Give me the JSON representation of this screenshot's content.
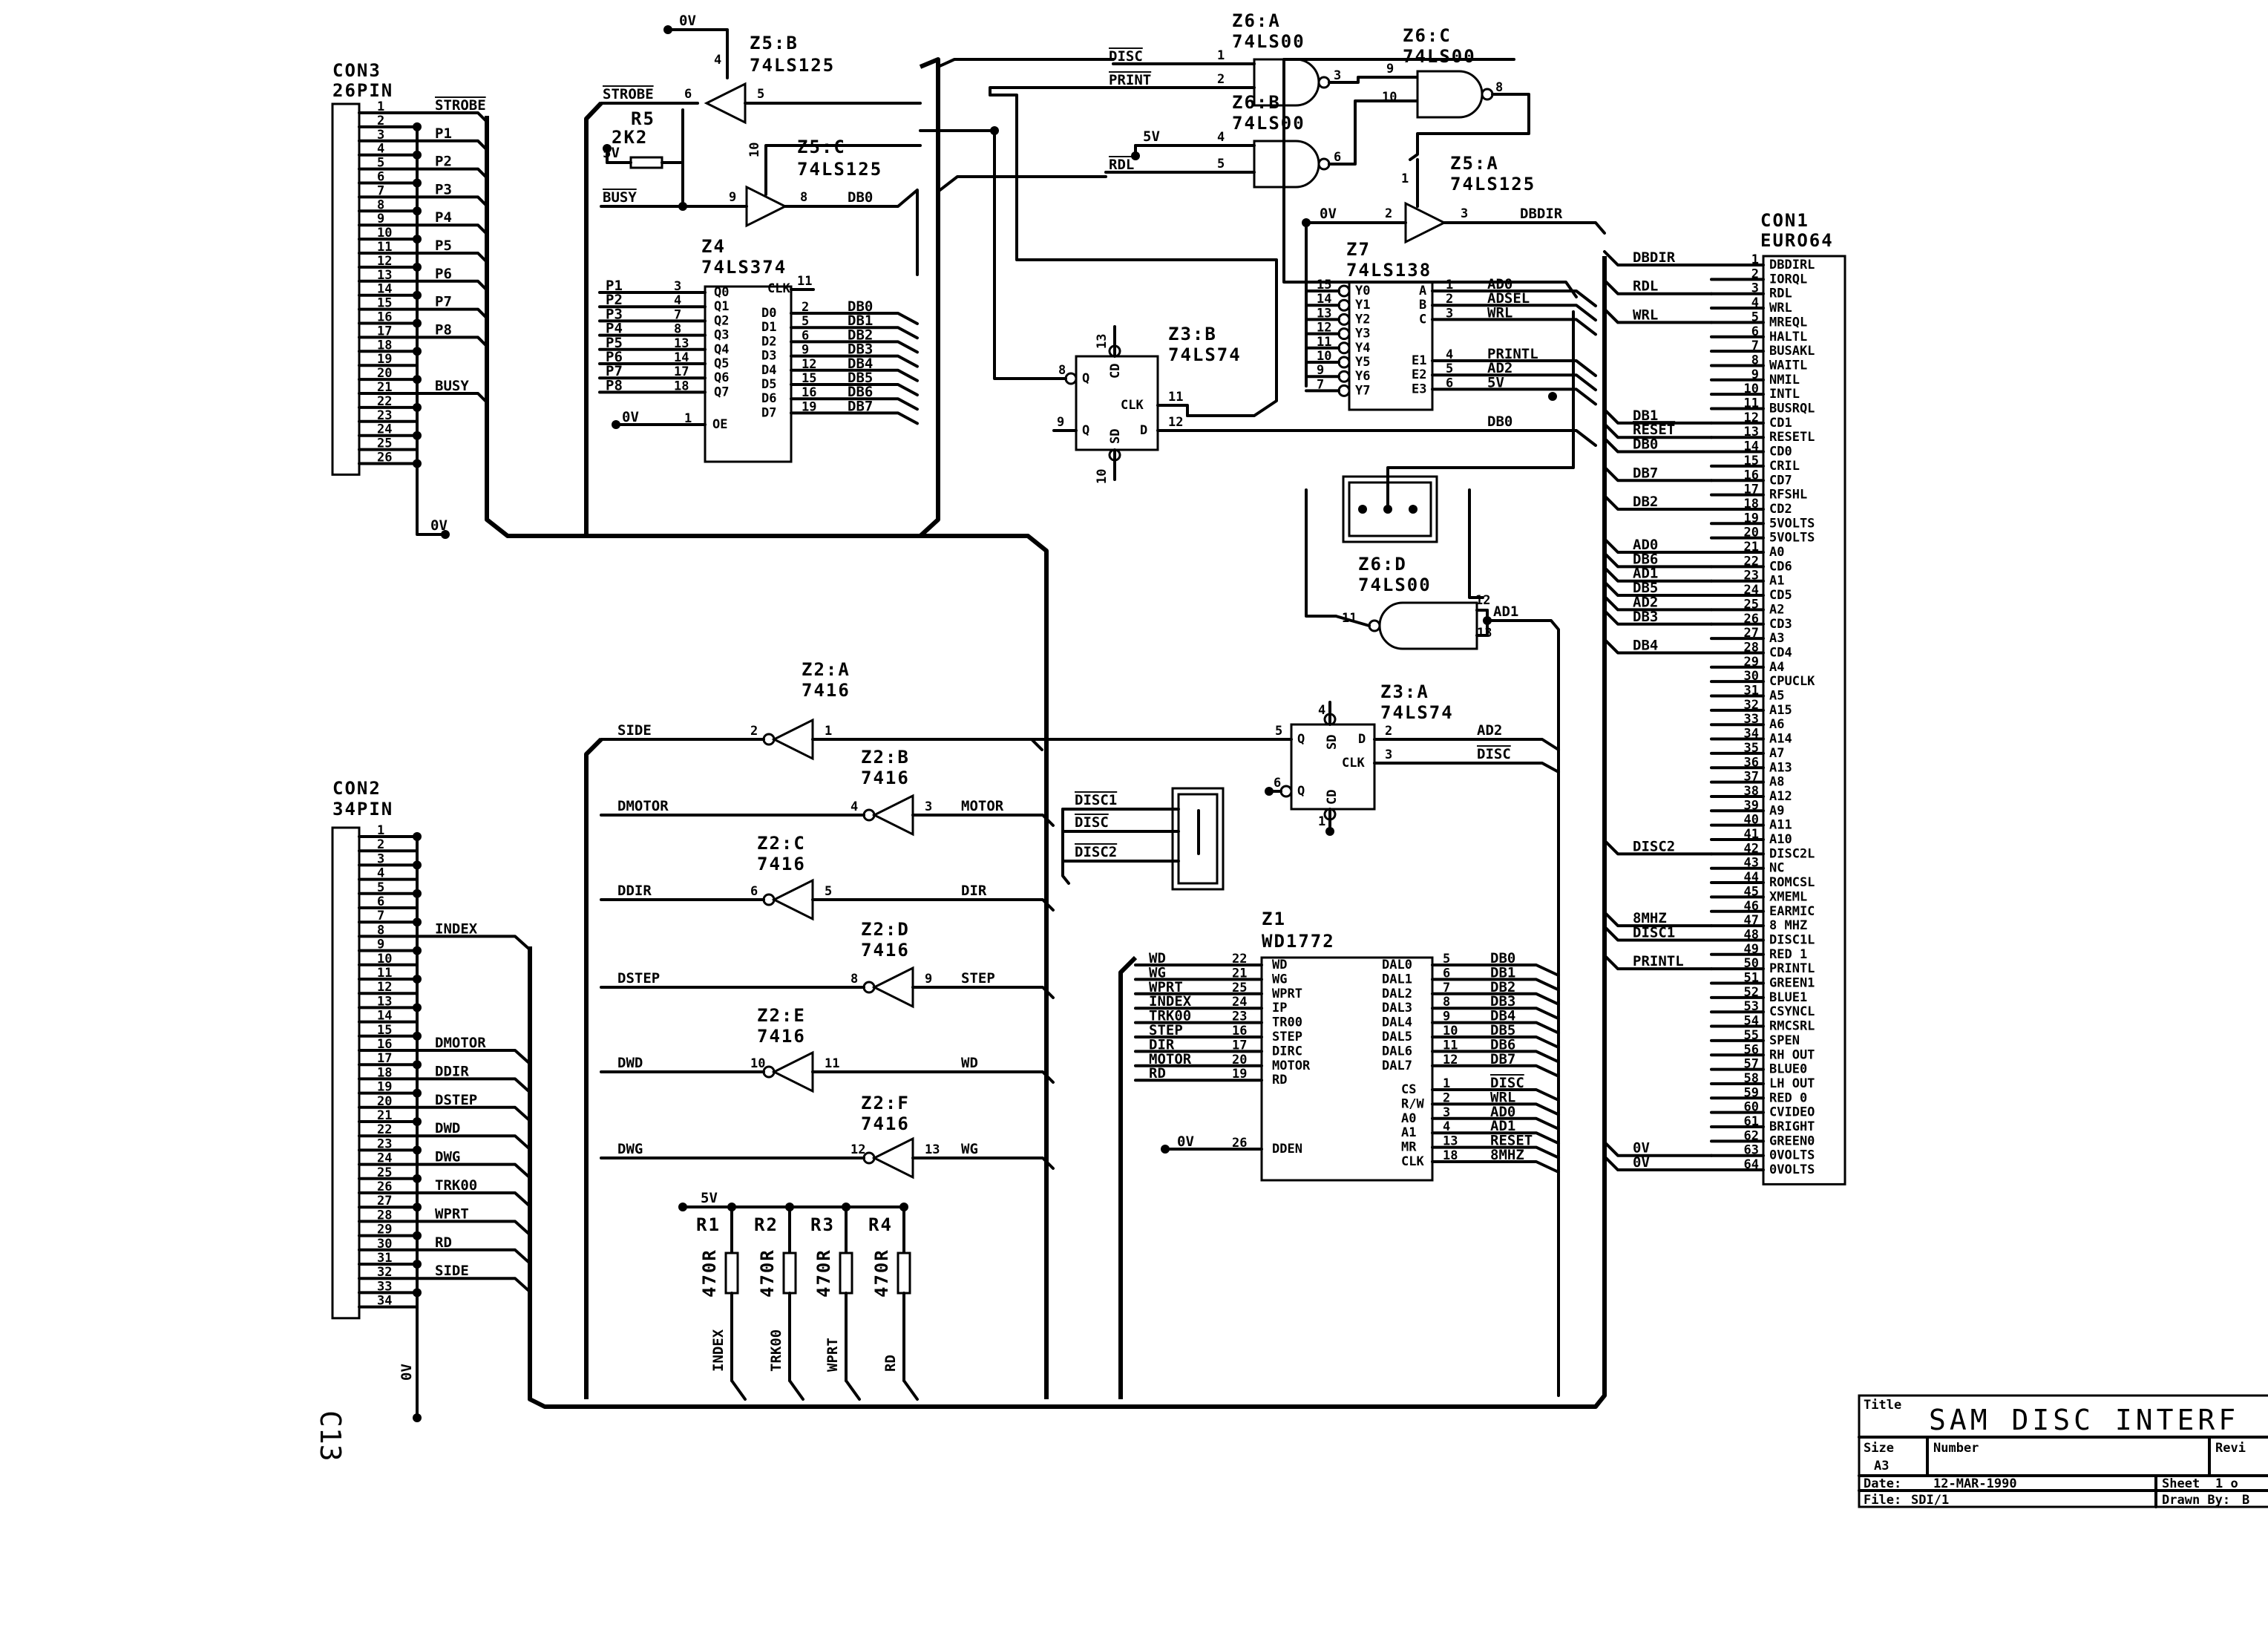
{
  "connectors": {
    "con3": {
      "ref": "CON3",
      "type": "26PIN",
      "pins": [
        "1",
        "2",
        "3",
        "4",
        "5",
        "6",
        "7",
        "8",
        "9",
        "10",
        "11",
        "12",
        "13",
        "14",
        "15",
        "16",
        "17",
        "18",
        "19",
        "20",
        "21",
        "22",
        "23",
        "24",
        "25",
        "26"
      ],
      "signals": [
        {
          "pin": "1",
          "name": "STROBE",
          "bar": true
        },
        {
          "pin": "3",
          "name": "P1"
        },
        {
          "pin": "5",
          "name": "P2"
        },
        {
          "pin": "7",
          "name": "P3"
        },
        {
          "pin": "9",
          "name": "P4"
        },
        {
          "pin": "11",
          "name": "P5"
        },
        {
          "pin": "13",
          "name": "P6"
        },
        {
          "pin": "15",
          "name": "P7"
        },
        {
          "pin": "17",
          "name": "P8"
        },
        {
          "pin": "21",
          "name": "BUSY"
        }
      ],
      "gnd": "0V"
    },
    "con2": {
      "ref": "CON2",
      "type": "34PIN",
      "pins": [
        "1",
        "2",
        "3",
        "4",
        "5",
        "6",
        "7",
        "8",
        "9",
        "10",
        "11",
        "12",
        "13",
        "14",
        "15",
        "16",
        "17",
        "18",
        "19",
        "20",
        "21",
        "22",
        "23",
        "24",
        "25",
        "26",
        "27",
        "28",
        "29",
        "30",
        "31",
        "32",
        "33",
        "34"
      ],
      "signals": [
        {
          "pin": "8",
          "name": "INDEX"
        },
        {
          "pin": "16",
          "name": "DMOTOR"
        },
        {
          "pin": "18",
          "name": "DDIR"
        },
        {
          "pin": "20",
          "name": "DSTEP"
        },
        {
          "pin": "22",
          "name": "DWD"
        },
        {
          "pin": "24",
          "name": "DWG"
        },
        {
          "pin": "26",
          "name": "TRK00"
        },
        {
          "pin": "28",
          "name": "WPRT"
        },
        {
          "pin": "30",
          "name": "RD"
        },
        {
          "pin": "32",
          "name": "SIDE"
        }
      ],
      "gnd": "0V"
    },
    "con1": {
      "ref": "CON1",
      "type": "EURO64",
      "pin_names": [
        "DBDIRL",
        "IORQL",
        "RDL",
        "WRL",
        "MREQL",
        "HALTL",
        "BUSAKL",
        "WAITL",
        "NMIL",
        "INTL",
        "BUSRQL",
        "CD1",
        "RESETL",
        "CD0",
        "CRIL",
        "CD7",
        "RFSHL",
        "CD2",
        "5VOLTS",
        "5VOLTS",
        "A0",
        "CD6",
        "A1",
        "CD5",
        "A2",
        "CD3",
        "A3",
        "CD4",
        "A4",
        "CPUCLK",
        "A5",
        "A15",
        "A6",
        "A14",
        "A7",
        "A13",
        "A8",
        "A12",
        "A9",
        "A11",
        "A10",
        "DISC2L",
        "NC",
        "ROMCSL",
        "XMEML",
        "EARMIC",
        "8 MHZ",
        "DISC1L",
        "RED 1",
        "PRINTL",
        "GREEN1",
        "BLUE1",
        "CSYNCL",
        "RMCSRL",
        "SPEN",
        "RH OUT",
        "BLUE0",
        "LH OUT",
        "RED 0",
        "CVIDEO",
        "BRIGHT",
        "GREEN0",
        "0VOLTS",
        "0VOLTS"
      ],
      "left_signals": [
        {
          "pin": "1",
          "name": "DBDIR"
        },
        {
          "pin": "3",
          "name": "RDL"
        },
        {
          "pin": "5",
          "name": "WRL"
        },
        {
          "pin": "12",
          "name": "DB1"
        },
        {
          "pin": "13",
          "name": "RESET",
          "bar": true
        },
        {
          "pin": "14",
          "name": "DB0"
        },
        {
          "pin": "16",
          "name": "DB7"
        },
        {
          "pin": "18",
          "name": "DB2"
        },
        {
          "pin": "21",
          "name": "AD0"
        },
        {
          "pin": "22",
          "name": "DB6"
        },
        {
          "pin": "23",
          "name": "AD1"
        },
        {
          "pin": "24",
          "name": "DB5"
        },
        {
          "pin": "25",
          "name": "AD2"
        },
        {
          "pin": "26",
          "name": "DB3"
        },
        {
          "pin": "28",
          "name": "DB4"
        },
        {
          "pin": "42",
          "name": "DISC2"
        },
        {
          "pin": "47",
          "name": "8MHZ"
        },
        {
          "pin": "48",
          "name": "DISC1"
        },
        {
          "pin": "50",
          "name": "PRINTL"
        },
        {
          "pin": "63",
          "name": "0V"
        },
        {
          "pin": "64",
          "name": "0V"
        }
      ]
    }
  },
  "chips": {
    "z5b": {
      "ref": "Z5:B",
      "part": "74LS125",
      "pins": [
        "4",
        "5",
        "6"
      ],
      "net_in": "STROBE",
      "vcc": "0V"
    },
    "z5c": {
      "ref": "Z5:C",
      "part": "74LS125",
      "pins": [
        "10",
        "9",
        "8"
      ],
      "net_in": "BUSY",
      "net_out": "DB0"
    },
    "r5": {
      "ref": "R5",
      "value": "2K2",
      "net": "5V"
    },
    "z4": {
      "ref": "Z4",
      "part": "74LS374",
      "in_pins": [
        "3",
        "4",
        "7",
        "8",
        "13",
        "14",
        "17",
        "18"
      ],
      "in_names": [
        "Q0",
        "Q1",
        "Q2",
        "Q3",
        "Q4",
        "Q5",
        "Q6",
        "Q7"
      ],
      "in_nets": [
        "P1",
        "P2",
        "P3",
        "P4",
        "P5",
        "P6",
        "P7",
        "P8"
      ],
      "out_pins": [
        "2",
        "5",
        "6",
        "9",
        "12",
        "15",
        "16",
        "19"
      ],
      "out_names": [
        "D0",
        "D1",
        "D2",
        "D3",
        "D4",
        "D5",
        "D6",
        "D7"
      ],
      "out_nets": [
        "DB0",
        "DB1",
        "DB2",
        "DB3",
        "DB4",
        "DB5",
        "DB6",
        "DB7"
      ],
      "clk": "CLK",
      "clk_pin": "11",
      "oe": "OE",
      "oe_pin": "1",
      "oe_net": "0V"
    },
    "z6a": {
      "ref": "Z6:A",
      "part": "74LS00",
      "pins": [
        "1",
        "2",
        "3"
      ],
      "nets": [
        "DISC",
        "PRINT"
      ]
    },
    "z6b": {
      "ref": "Z6:B",
      "part": "74LS00",
      "pins": [
        "4",
        "5",
        "6"
      ],
      "nets": [
        "5V",
        "RDL"
      ]
    },
    "z6c": {
      "ref": "Z6:C",
      "part": "74LS00",
      "pins": [
        "9",
        "10",
        "8"
      ]
    },
    "z5a": {
      "ref": "Z5:A",
      "part": "74LS125",
      "pins": [
        "1",
        "2",
        "3"
      ],
      "net_in": "0V",
      "net_out": "DBDIR"
    },
    "z7": {
      "ref": "Z7",
      "part": "74LS138",
      "in_pins": [
        "15",
        "14",
        "13",
        "12",
        "11",
        "10",
        "9",
        "7"
      ],
      "in_names": [
        "Y0",
        "Y1",
        "Y2",
        "Y3",
        "Y4",
        "Y5",
        "Y6",
        "Y7"
      ],
      "r_pins": [
        "1",
        "2",
        "3"
      ],
      "r_names": [
        "A",
        "B",
        "C"
      ],
      "r_nets": [
        "AD0",
        "ADSEL",
        "WRL"
      ],
      "e_pins": [
        "4",
        "5",
        "6"
      ],
      "e_names": [
        "E1",
        "E2",
        "E3"
      ],
      "e_nets": [
        "PRINTL",
        "AD2",
        "5V"
      ]
    },
    "z3b": {
      "ref": "Z3:B",
      "part": "74LS74",
      "pins": [
        "13",
        "8",
        "11",
        "9",
        "12",
        "10"
      ],
      "names": [
        "CD",
        "Q",
        "CLK",
        "Q",
        "D",
        "SD"
      ],
      "net_d": "DB0"
    },
    "z6d": {
      "ref": "Z6:D",
      "part": "74LS00",
      "pins": [
        "11",
        "12",
        "13"
      ],
      "net": "AD1"
    },
    "z3a": {
      "ref": "Z3:A",
      "part": "74LS74",
      "pins": [
        "4",
        "5",
        "6",
        "3",
        "2",
        "1"
      ],
      "names": [
        "SD",
        "Q",
        "Q",
        "CLK",
        "D",
        "CD"
      ],
      "nets": [
        "AD2",
        "DISC"
      ]
    },
    "z2": [
      {
        "ref": "Z2:A",
        "part": "7416",
        "pins": [
          "2",
          "1"
        ],
        "net_left": "SIDE",
        "net_right": ""
      },
      {
        "ref": "Z2:B",
        "part": "7416",
        "pins": [
          "4",
          "3"
        ],
        "net_left": "DMOTOR",
        "net_right": "MOTOR"
      },
      {
        "ref": "Z2:C",
        "part": "7416",
        "pins": [
          "6",
          "5"
        ],
        "net_left": "DDIR",
        "net_right": "DIR"
      },
      {
        "ref": "Z2:D",
        "part": "7416",
        "pins": [
          "8",
          "9"
        ],
        "net_left": "DSTEP",
        "net_right": "STEP"
      },
      {
        "ref": "Z2:E",
        "part": "7416",
        "pins": [
          "10",
          "11"
        ],
        "net_left": "DWD",
        "net_right": "WD"
      },
      {
        "ref": "Z2:F",
        "part": "7416",
        "pins": [
          "12",
          "13"
        ],
        "net_left": "DWG",
        "net_right": "WG"
      }
    ],
    "jumper_nets": [
      "DISC1",
      "DISC",
      "DISC2"
    ],
    "z1": {
      "ref": "Z1",
      "part": "WD1772",
      "left_pins": [
        "22",
        "21",
        "25",
        "24",
        "23",
        "16",
        "17",
        "20",
        "19"
      ],
      "left_names": [
        "WD",
        "WG",
        "WPRT",
        "IP",
        "TR00",
        "STEP",
        "DIRC",
        "MOTOR",
        "RD"
      ],
      "left_nets": [
        "WD",
        "WG",
        "WPRT",
        "INDEX",
        "TRK00",
        "STEP",
        "DIR",
        "MOTOR",
        "RD"
      ],
      "ddem_pin": "26",
      "ddem": "DDEN",
      "ddem_net": "0V",
      "dal_pins": [
        "5",
        "6",
        "7",
        "8",
        "9",
        "10",
        "11",
        "12"
      ],
      "dal_names": [
        "DAL0",
        "DAL1",
        "DAL2",
        "DAL3",
        "DAL4",
        "DAL5",
        "DAL6",
        "DAL7"
      ],
      "dal_nets": [
        "DB0",
        "DB1",
        "DB2",
        "DB3",
        "DB4",
        "DB5",
        "DB6",
        "DB7"
      ],
      "ctl_pins": [
        "1",
        "2",
        "3",
        "4",
        "13",
        "18"
      ],
      "ctl_names": [
        "CS",
        "R/W",
        "A0",
        "A1",
        "MR",
        "CLK"
      ],
      "ctl_nets": [
        "DISC",
        "WRL",
        "AD0",
        "AD1",
        "RESET",
        "8MHZ"
      ]
    },
    "resistors": [
      {
        "ref": "R1",
        "value": "470R",
        "net": "INDEX"
      },
      {
        "ref": "R2",
        "value": "470R",
        "net": "TRK00"
      },
      {
        "ref": "R3",
        "value": "470R",
        "net": "WPRT"
      },
      {
        "ref": "R4",
        "value": "470R",
        "net": "RD"
      }
    ],
    "pullup_net": "5V"
  },
  "title_block": {
    "title_label": "Title",
    "title": "SAM DISC INTERF",
    "size_label": "Size",
    "size": "A3",
    "number_label": "Number",
    "rev_label": "Revi",
    "date_label": "Date:",
    "date": "12-MAR-1990",
    "sheet_label": "Sheet",
    "sheet": "1 o",
    "file_label": "File:",
    "file": "SDI/1",
    "drawn_label": "Drawn By:",
    "drawn": "B"
  },
  "page_mark": "C13"
}
